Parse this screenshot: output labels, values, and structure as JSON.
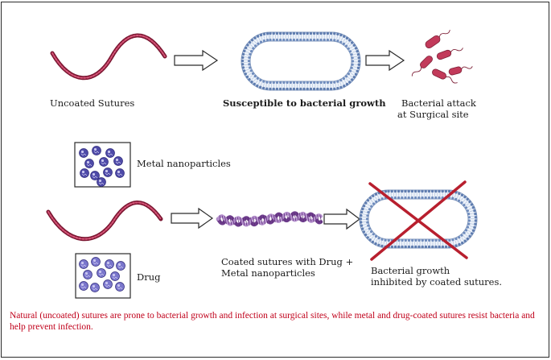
{
  "labels": {
    "uncoated": "Uncoated Sutures",
    "susceptible": "Susceptible to bacterial growth",
    "attack_line1": "Bacterial attack",
    "attack_line2": "at Surgical site",
    "metal": "Metal nanoparticles",
    "drug": "Drug",
    "coated_line1": "Coated sutures with Drug +",
    "coated_line2": "Metal nanoparticles",
    "inhibited_line1": "Bacterial growth",
    "inhibited_line2": "inhibited by coated sutures."
  },
  "caption": "Natural (uncoated) sutures are prone to bacterial growth and infection at surgical sites, while metal and drug-coated sutures resist bacteria and help prevent infection.",
  "colors": {
    "suture": "#b8244a",
    "membrane": "#8ea8cc",
    "bacteria": "#c23a5a",
    "nanoparticle": "#5a55b4",
    "coated": "#9a6fb2",
    "cross": "#b81f2e",
    "caption": "#c0001a"
  }
}
